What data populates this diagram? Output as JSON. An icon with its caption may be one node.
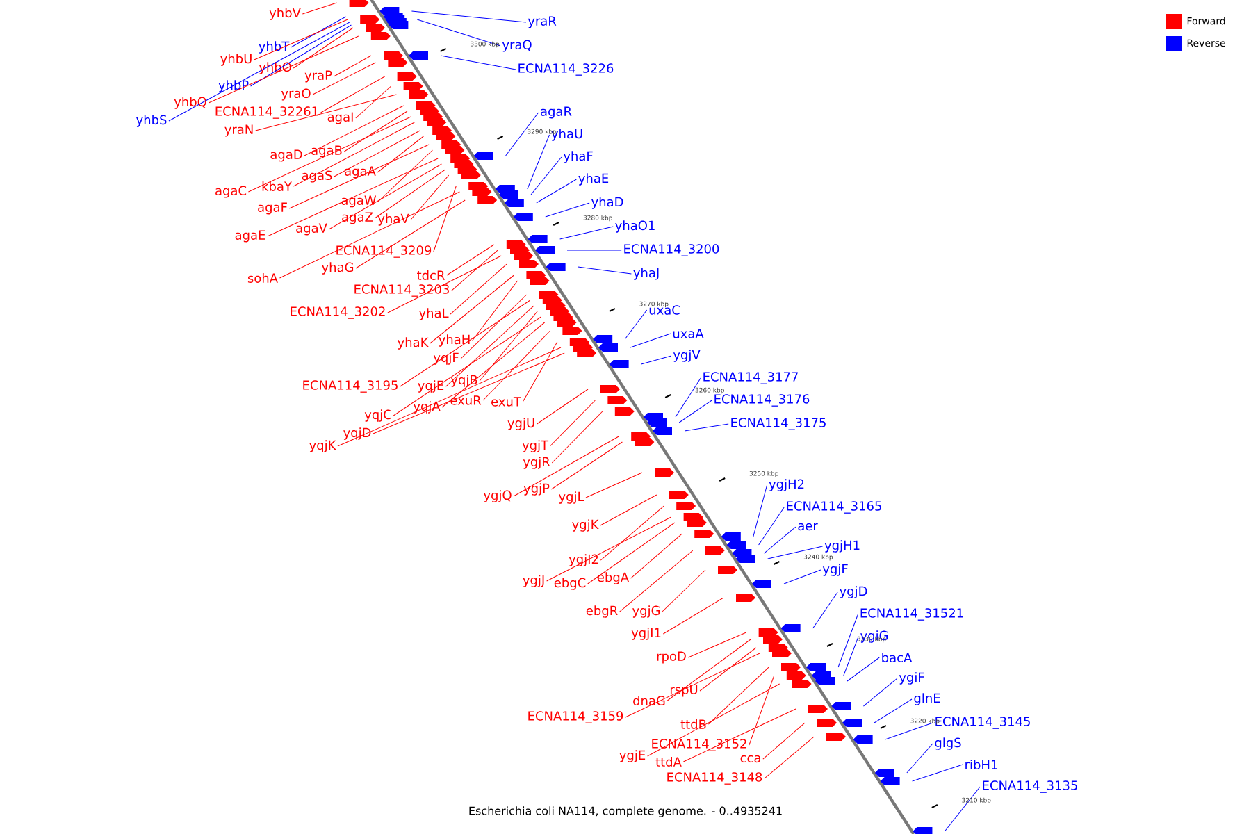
{
  "diagram": {
    "caption": "Escherichia coli NA114, complete genome. - 0..4935241",
    "nodes": [
      {
        "text": [
          "yhbV"
        ]
      },
      {
        "text": [
          "yraR"
        ]
      },
      {
        "text": [
          "yhbT"
        ]
      },
      {
        "text": [
          "yraQ"
        ]
      },
      {
        "text": [
          "yhbU"
        ]
      },
      {
        "text": [
          "yhbO"
        ]
      },
      {
        "text": [
          "ECNA114_3226"
        ]
      },
      {
        "text": [
          "yraP"
        ]
      },
      {
        "text": [
          "yhbP"
        ]
      },
      {
        "text": [
          "yraO"
        ]
      },
      {
        "text": [
          "yhbQ"
        ]
      },
      {
        "text": [
          "ECNA114_32261"
        ]
      },
      {
        "text": [
          "agaR"
        ]
      },
      {
        "text": [
          "agaI"
        ]
      },
      {
        "text": [
          "yhbS"
        ]
      },
      {
        "text": [
          "yraN"
        ]
      },
      {
        "text": [
          "yhaU"
        ]
      },
      {
        "text": [
          "agaB"
        ]
      },
      {
        "text": [
          "agaD"
        ]
      },
      {
        "text": [
          "yhaF"
        ]
      },
      {
        "text": [
          "agaA"
        ]
      },
      {
        "text": [
          "agaS"
        ]
      },
      {
        "text": [
          "yhaE"
        ]
      },
      {
        "text": [
          "kbaY"
        ]
      },
      {
        "text": [
          "agaC"
        ]
      },
      {
        "text": [
          "agaW"
        ]
      },
      {
        "text": [
          "yhaD"
        ]
      },
      {
        "text": [
          "agaF"
        ]
      },
      {
        "text": [
          "agaZ"
        ]
      },
      {
        "text": [
          "yhaV"
        ]
      },
      {
        "text": [
          "yhaO1"
        ]
      },
      {
        "text": [
          "agaV"
        ]
      },
      {
        "text": [
          "agaE"
        ]
      },
      {
        "text": [
          "ECNA114_3200"
        ]
      },
      {
        "text": [
          "ECNA114_3209"
        ]
      },
      {
        "text": [
          "yhaG"
        ]
      },
      {
        "text": [
          "tdcR"
        ]
      },
      {
        "text": [
          "yhaJ"
        ]
      },
      {
        "text": [
          "sohA"
        ]
      },
      {
        "text": [
          "ECNA114_3203"
        ]
      },
      {
        "text": [
          "uxaC"
        ]
      },
      {
        "text": [
          "ECNA114_3202"
        ]
      },
      {
        "text": [
          "yhaL"
        ]
      },
      {
        "text": [
          "uxaA"
        ]
      },
      {
        "text": [
          "yhaH"
        ]
      },
      {
        "text": [
          "yhaK"
        ]
      },
      {
        "text": [
          "ygjV"
        ]
      },
      {
        "text": [
          "yqjF"
        ]
      },
      {
        "text": [
          "ECNA114_3177"
        ]
      },
      {
        "text": [
          "yqjB"
        ]
      },
      {
        "text": [
          "ECNA114_3195"
        ]
      },
      {
        "text": [
          "yqjE"
        ]
      },
      {
        "text": [
          "ECNA114_3176"
        ]
      },
      {
        "text": [
          "exuR"
        ]
      },
      {
        "text": [
          "exuT"
        ]
      },
      {
        "text": [
          "yqjA"
        ]
      },
      {
        "text": [
          "yqjC"
        ]
      },
      {
        "text": [
          "ECNA114_3175"
        ]
      },
      {
        "text": [
          "ygjU"
        ]
      },
      {
        "text": [
          "yqjD"
        ]
      },
      {
        "text": [
          "yqjK"
        ]
      },
      {
        "text": [
          "ygjT"
        ]
      },
      {
        "text": [
          "ygjR"
        ]
      },
      {
        "text": [
          "ygjH2"
        ]
      },
      {
        "text": [
          "ygjP"
        ]
      },
      {
        "text": [
          "ygjQ"
        ]
      },
      {
        "text": [
          "ygjL"
        ]
      },
      {
        "text": [
          "ECNA114_3165"
        ]
      },
      {
        "text": [
          "ygjK"
        ]
      },
      {
        "text": [
          "aer"
        ]
      },
      {
        "text": [
          "ygjH1"
        ]
      },
      {
        "text": [
          "ygjI2"
        ]
      },
      {
        "text": [
          "ygjF"
        ]
      },
      {
        "text": [
          "ebgA"
        ]
      },
      {
        "text": [
          "ygjJ"
        ]
      },
      {
        "text": [
          "ebgC"
        ]
      },
      {
        "text": [
          "ygjD"
        ]
      },
      {
        "text": [
          "ebgR"
        ]
      },
      {
        "text": [
          "ygjG"
        ]
      },
      {
        "text": [
          "ECNA114_31521"
        ]
      },
      {
        "text": [
          "ygjI1"
        ]
      },
      {
        "text": [
          "ygiG"
        ]
      },
      {
        "text": [
          "rpoD"
        ]
      },
      {
        "text": [
          "bacA"
        ]
      },
      {
        "text": [
          "ygiF"
        ]
      },
      {
        "text": [
          "rspU"
        ]
      },
      {
        "text": [
          "glnE"
        ]
      },
      {
        "text": [
          "dnaG"
        ]
      },
      {
        "text": [
          "ECNA114_3159"
        ]
      },
      {
        "text": [
          "ECNA114_3145"
        ]
      },
      {
        "text": [
          "ttdB"
        ]
      },
      {
        "text": [
          "glgS"
        ]
      },
      {
        "text": [
          "ECNA114_3152"
        ]
      },
      {
        "text": [
          "ygjE"
        ]
      },
      {
        "text": [
          "cca"
        ]
      },
      {
        "text": [
          "ttdA"
        ]
      },
      {
        "text": [
          "ribH1"
        ]
      },
      {
        "text": [
          "ECNA114_3148"
        ]
      },
      {
        "text": [
          "ECNA114_3135"
        ]
      }
    ],
    "edges": [
      {
        "from": 0,
        "to": null,
        "arrow": "none"
      },
      {
        "from": 1,
        "to": null,
        "arrow": "none",
        "color": "#0000ff"
      },
      {
        "from": 2,
        "to": null,
        "arrow": "none",
        "color": "#0000ff"
      },
      {
        "from": 3,
        "to": null,
        "arrow": "none",
        "color": "#0000ff"
      },
      {
        "from": 4,
        "to": null,
        "arrow": "none"
      },
      {
        "from": 5,
        "to": null,
        "arrow": "none"
      },
      {
        "from": 6,
        "to": null,
        "arrow": "none",
        "color": "#0000ff"
      },
      {
        "from": 7,
        "to": null,
        "arrow": "none"
      },
      {
        "from": 8,
        "to": null,
        "arrow": "none",
        "color": "#0000ff"
      },
      {
        "from": 9,
        "to": null,
        "arrow": "none"
      },
      {
        "from": 10,
        "to": null,
        "arrow": "none"
      },
      {
        "from": 11,
        "to": null,
        "arrow": "none"
      },
      {
        "from": 12,
        "to": null,
        "arrow": "none",
        "color": "#0000ff"
      },
      {
        "from": 13,
        "to": null,
        "arrow": "none"
      },
      {
        "from": 14,
        "to": null,
        "arrow": "none",
        "color": "#0000ff"
      },
      {
        "from": 15,
        "to": null,
        "arrow": "none"
      },
      {
        "from": 16,
        "to": null,
        "arrow": "none",
        "color": "#0000ff"
      },
      {
        "from": 17,
        "to": null,
        "arrow": "none"
      },
      {
        "from": 18,
        "to": null,
        "arrow": "none"
      },
      {
        "from": 19,
        "to": null,
        "arrow": "none",
        "color": "#0000ff"
      },
      {
        "from": 20,
        "to": null,
        "arrow": "none"
      },
      {
        "from": 21,
        "to": null,
        "arrow": "none"
      },
      {
        "from": 22,
        "to": null,
        "arrow": "none",
        "color": "#0000ff"
      },
      {
        "from": 23,
        "to": null,
        "arrow": "none"
      },
      {
        "from": 24,
        "to": null,
        "arrow": "none"
      },
      {
        "from": 25,
        "to": null,
        "arrow": "none"
      },
      {
        "from": 26,
        "to": null,
        "arrow": "none",
        "color": "#0000ff"
      },
      {
        "from": 27,
        "to": null,
        "arrow": "none"
      },
      {
        "from": 28,
        "to": null,
        "arrow": "none"
      },
      {
        "from": 29,
        "to": null,
        "arrow": "none"
      },
      {
        "from": 30,
        "to": null,
        "arrow": "none",
        "color": "#0000ff"
      },
      {
        "from": 31,
        "to": null,
        "arrow": "none"
      },
      {
        "from": 32,
        "to": null,
        "arrow": "none"
      },
      {
        "from": 33,
        "to": null,
        "arrow": "none",
        "color": "#0000ff"
      },
      {
        "from": 34,
        "to": null,
        "arrow": "none"
      },
      {
        "from": 35,
        "to": null,
        "arrow": "none"
      },
      {
        "from": 36,
        "to": null,
        "arrow": "none"
      },
      {
        "from": 37,
        "to": null,
        "arrow": "none",
        "color": "#0000ff"
      },
      {
        "from": 38,
        "to": null,
        "arrow": "none"
      },
      {
        "from": 39,
        "to": null,
        "arrow": "none"
      },
      {
        "from": 40,
        "to": null,
        "arrow": "none",
        "color": "#0000ff"
      },
      {
        "from": 41,
        "to": null,
        "arrow": "none"
      },
      {
        "from": 42,
        "to": null,
        "arrow": "none"
      },
      {
        "from": 43,
        "to": null,
        "arrow": "none",
        "color": "#0000ff"
      },
      {
        "from": 44,
        "to": null,
        "arrow": "none"
      },
      {
        "from": 45,
        "to": null,
        "arrow": "none"
      },
      {
        "from": 46,
        "to": null,
        "arrow": "none",
        "color": "#0000ff"
      },
      {
        "from": 47,
        "to": null,
        "arrow": "none"
      },
      {
        "from": 48,
        "to": null,
        "arrow": "none",
        "color": "#0000ff"
      },
      {
        "from": 49,
        "to": null,
        "arrow": "none"
      },
      {
        "from": 50,
        "to": null,
        "arrow": "none"
      },
      {
        "from": 51,
        "to": null,
        "arrow": "none"
      },
      {
        "from": 52,
        "to": null,
        "arrow": "none",
        "color": "#0000ff"
      },
      {
        "from": 53,
        "to": null,
        "arrow": "none"
      },
      {
        "from": 54,
        "to": null,
        "arrow": "none"
      },
      {
        "from": 55,
        "to": null,
        "arrow": "none"
      },
      {
        "from": 56,
        "to": null,
        "arrow": "none"
      },
      {
        "from": 57,
        "to": null,
        "arrow": "none",
        "color": "#0000ff"
      },
      {
        "from": 58,
        "to": null,
        "arrow": "none"
      },
      {
        "from": 59,
        "to": null,
        "arrow": "none"
      },
      {
        "from": 60,
        "to": null,
        "arrow": "none"
      },
      {
        "from": 61,
        "to": null,
        "arrow": "none"
      },
      {
        "from": 62,
        "to": null,
        "arrow": "none"
      },
      {
        "from": 63,
        "to": null,
        "arrow": "none",
        "color": "#0000ff"
      },
      {
        "from": 64,
        "to": null,
        "arrow": "none"
      },
      {
        "from": 65,
        "to": null,
        "arrow": "none"
      },
      {
        "from": 66,
        "to": null,
        "arrow": "none"
      },
      {
        "from": 67,
        "to": null,
        "arrow": "none",
        "color": "#0000ff"
      },
      {
        "from": 68,
        "to": null,
        "arrow": "none"
      },
      {
        "from": 69,
        "to": null,
        "arrow": "none",
        "color": "#0000ff"
      },
      {
        "from": 70,
        "to": null,
        "arrow": "none",
        "color": "#0000ff"
      },
      {
        "from": 71,
        "to": null,
        "arrow": "none"
      },
      {
        "from": 72,
        "to": null,
        "arrow": "none",
        "color": "#0000ff"
      },
      {
        "from": 73,
        "to": null,
        "arrow": "none"
      },
      {
        "from": 74,
        "to": null,
        "arrow": "none"
      },
      {
        "from": 75,
        "to": null,
        "arrow": "none"
      },
      {
        "from": 76,
        "to": null,
        "arrow": "none",
        "color": "#0000ff"
      },
      {
        "from": 77,
        "to": null,
        "arrow": "none"
      },
      {
        "from": 78,
        "to": null,
        "arrow": "none"
      },
      {
        "from": 79,
        "to": null,
        "arrow": "none",
        "color": "#0000ff"
      },
      {
        "from": 80,
        "to": null,
        "arrow": "none"
      },
      {
        "from": 81,
        "to": null,
        "arrow": "none",
        "color": "#0000ff"
      },
      {
        "from": 82,
        "to": null,
        "arrow": "none"
      },
      {
        "from": 83,
        "to": null,
        "arrow": "none",
        "color": "#0000ff"
      },
      {
        "from": 84,
        "to": null,
        "arrow": "none",
        "color": "#0000ff"
      },
      {
        "from": 85,
        "to": null,
        "arrow": "none"
      },
      {
        "from": 86,
        "to": null,
        "arrow": "none",
        "color": "#0000ff"
      },
      {
        "from": 87,
        "to": null,
        "arrow": "none"
      },
      {
        "from": 88,
        "to": null,
        "arrow": "none"
      },
      {
        "from": 89,
        "to": null,
        "arrow": "none",
        "color": "#0000ff"
      },
      {
        "from": 90,
        "to": null,
        "arrow": "none"
      },
      {
        "from": 91,
        "to": null,
        "arrow": "none",
        "color": "#0000ff"
      },
      {
        "from": 92,
        "to": null,
        "arrow": "none"
      },
      {
        "from": 93,
        "to": null,
        "arrow": "none"
      },
      {
        "from": 94,
        "to": null,
        "arrow": "none"
      },
      {
        "from": 95,
        "to": null,
        "arrow": "none"
      },
      {
        "from": 96,
        "to": null,
        "arrow": "none",
        "color": "#0000ff"
      },
      {
        "from": 97,
        "to": null,
        "arrow": "none"
      },
      {
        "from": 98,
        "to": null,
        "arrow": "none",
        "color": "#0000ff"
      }
    ],
    "labels": [
      "3300 kbp",
      "3290 kbp",
      "3280 kbp",
      "3270 kbp",
      "3260 kbp",
      "3250 kbp",
      "3240 kbp",
      "3230 kbp",
      "3220 kbp",
      "3210 kbp"
    ],
    "legend": [
      {
        "text": "Forward",
        "color": "#ff0000"
      },
      {
        "text": "Reverse",
        "color": "#0000ff"
      }
    ]
  }
}
